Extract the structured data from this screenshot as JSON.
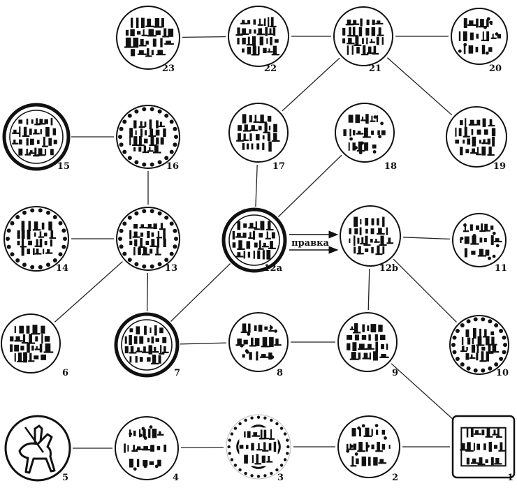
{
  "diagram": {
    "arrow_label": "правка",
    "coins": [
      {
        "id": "c23",
        "label": "23",
        "style": "script-dense",
        "seed": 3
      },
      {
        "id": "c22",
        "label": "22",
        "style": "script-rows",
        "seed": 7
      },
      {
        "id": "c21",
        "label": "21",
        "style": "script-rows",
        "seed": 11
      },
      {
        "id": "c20",
        "label": "20",
        "style": "script-sparse",
        "seed": 13
      },
      {
        "id": "c15",
        "label": "15",
        "style": "script-ring",
        "seed": 17
      },
      {
        "id": "c16",
        "label": "16",
        "style": "script-dotted",
        "seed": 19
      },
      {
        "id": "c17",
        "label": "17",
        "style": "script-rows",
        "seed": 23
      },
      {
        "id": "c18",
        "label": "18",
        "style": "script-sparse",
        "seed": 29
      },
      {
        "id": "c19",
        "label": "19",
        "style": "script-rows",
        "seed": 31
      },
      {
        "id": "c14",
        "label": "14",
        "style": "script-dotted",
        "seed": 37
      },
      {
        "id": "c13",
        "label": "13",
        "style": "script-dotted",
        "seed": 41
      },
      {
        "id": "c12a",
        "label": "12a",
        "style": "script-ring",
        "seed": 43
      },
      {
        "id": "c12b",
        "label": "12b",
        "style": "script-rows",
        "seed": 47
      },
      {
        "id": "c11",
        "label": "11",
        "style": "script-sparse",
        "seed": 53
      },
      {
        "id": "c6",
        "label": "6",
        "style": "script-dense",
        "seed": 59
      },
      {
        "id": "c7",
        "label": "7",
        "style": "script-ring",
        "seed": 61
      },
      {
        "id": "c8",
        "label": "8",
        "style": "script-sparse",
        "seed": 67
      },
      {
        "id": "c9",
        "label": "9",
        "style": "script-dense",
        "seed": 71
      },
      {
        "id": "c10",
        "label": "10",
        "style": "script-dotted",
        "seed": 73
      },
      {
        "id": "c5",
        "label": "5",
        "style": "horseman",
        "seed": 79
      },
      {
        "id": "c4",
        "label": "4",
        "style": "script-sparse",
        "seed": 83
      },
      {
        "id": "c3",
        "label": "3",
        "style": "quatrefoil",
        "seed": 89
      },
      {
        "id": "c2",
        "label": "2",
        "style": "script-sparse",
        "seed": 97
      },
      {
        "id": "c1",
        "label": "1",
        "style": "square",
        "seed": 101
      }
    ],
    "links": [
      [
        "c23",
        "c22"
      ],
      [
        "c22",
        "c21"
      ],
      [
        "c21",
        "c20"
      ],
      [
        "c21",
        "c17"
      ],
      [
        "c21",
        "c19"
      ],
      [
        "c15",
        "c16"
      ],
      [
        "c16",
        "c13"
      ],
      [
        "c17",
        "c12a"
      ],
      [
        "c18",
        "c12a"
      ],
      [
        "c14",
        "c13"
      ],
      [
        "c13",
        "c6"
      ],
      [
        "c13",
        "c7"
      ],
      [
        "c12a",
        "c7"
      ],
      [
        "c12b",
        "c11"
      ],
      [
        "c12b",
        "c9"
      ],
      [
        "c12b",
        "c10"
      ],
      [
        "c7",
        "c8"
      ],
      [
        "c8",
        "c9"
      ],
      [
        "c9",
        "c1"
      ],
      [
        "c5",
        "c4"
      ],
      [
        "c4",
        "c3"
      ],
      [
        "c3",
        "c2"
      ],
      [
        "c2",
        "c1"
      ]
    ],
    "arrows": [
      [
        "c12a",
        "c12b"
      ]
    ]
  }
}
